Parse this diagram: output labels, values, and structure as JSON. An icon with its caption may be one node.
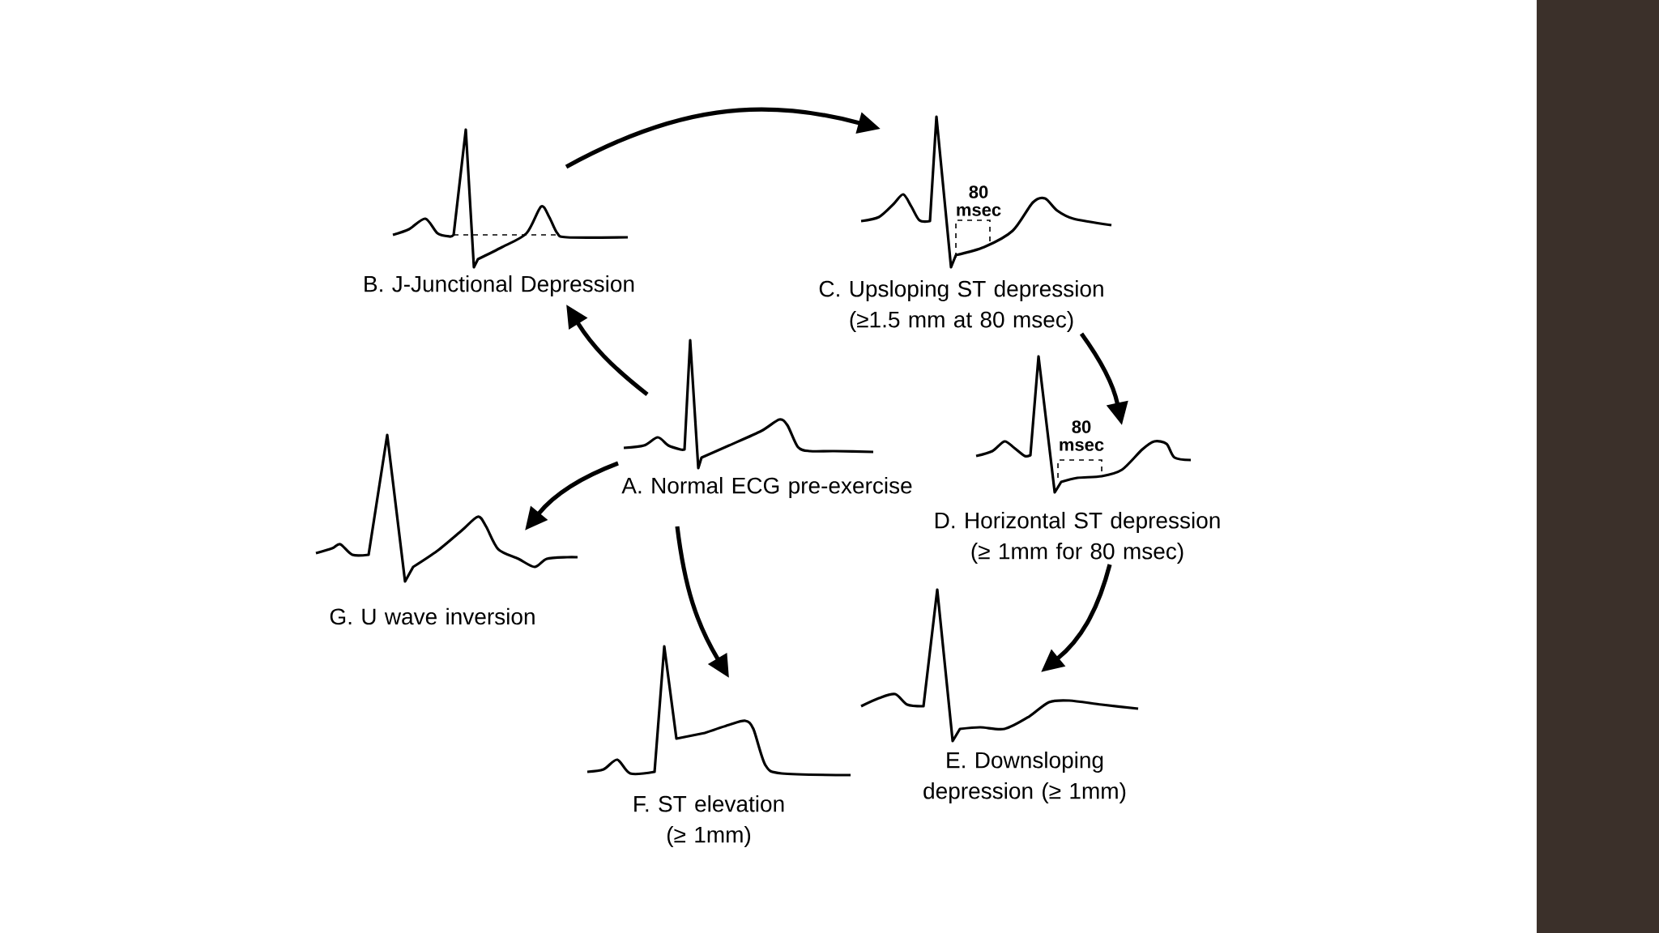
{
  "diagram": {
    "nodes": [
      {
        "text": [
          "A. Normal ECG pre-exercise"
        ]
      },
      {
        "text": [
          "B. J-Junctional Depression"
        ]
      },
      {
        "text": [
          "C. Upsloping ST depression (≥1.5 mm at 80 msec)"
        ]
      },
      {
        "text": [
          "D. Horizontal ST depression (≥ 1mm for 80 msec)"
        ]
      },
      {
        "text": [
          "E. Downsloping depression (≥ 1mm)"
        ]
      },
      {
        "text": [
          "F. ST elevation (≥ 1mm)"
        ]
      },
      {
        "text": [
          "G. U wave inversion"
        ]
      }
    ],
    "edges": [
      {
        "from": 1,
        "to": 2,
        "arrow": "to"
      },
      {
        "from": 0,
        "to": 1,
        "arrow": "to"
      },
      {
        "from": 2,
        "to": 3,
        "arrow": "to"
      },
      {
        "from": 3,
        "to": 4,
        "arrow": "to"
      },
      {
        "from": 0,
        "to": 5,
        "arrow": "to"
      },
      {
        "from": 0,
        "to": 6,
        "arrow": "to"
      }
    ],
    "labels": [
      "80 msec",
      "80 msec"
    ]
  }
}
